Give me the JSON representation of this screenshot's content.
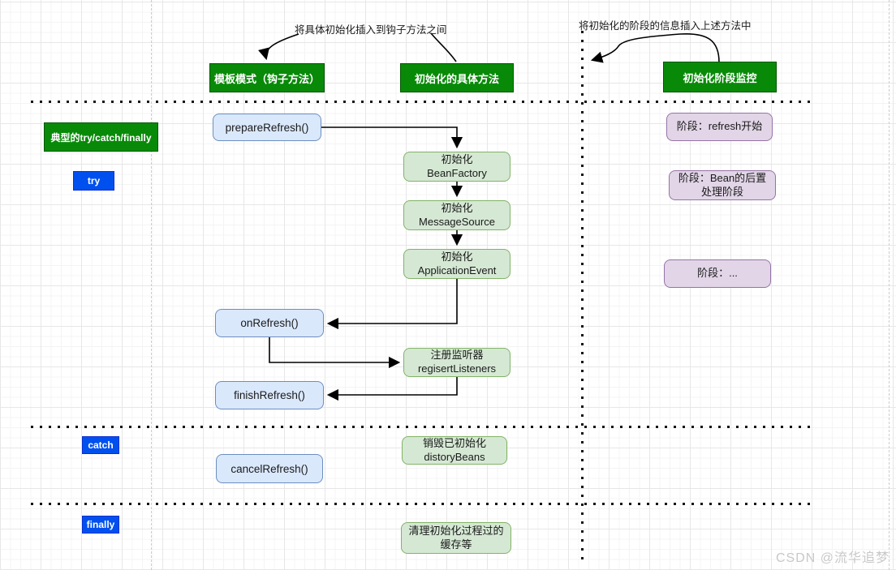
{
  "diagram": {
    "annotations": {
      "left": "将具体初始化插入到钩子方法之间",
      "right": "将初始化的阶段的信息插入上述方法中"
    },
    "headers": {
      "template_mode": "模板模式（钩子方法）",
      "concrete_init": "初始化的具体方法",
      "phase_monitor": "初始化阶段监控",
      "typical_try": "典型的try/catch/finally"
    },
    "keywords": {
      "try": "try",
      "catch": "catch",
      "finally": "finally"
    },
    "hook_methods": {
      "prepare": "prepareRefresh()",
      "on_refresh": "onRefresh()",
      "finish": "finishRefresh()",
      "cancel": "cancelRefresh()"
    },
    "init_steps": {
      "bean_factory": {
        "line1": "初始化",
        "line2": "BeanFactory"
      },
      "message_source": {
        "line1": "初始化",
        "line2": "MessageSource"
      },
      "application_event": {
        "line1": "初始化",
        "line2": "ApplicationEvent"
      },
      "register_listeners": {
        "line1": "注册监听器",
        "line2": "regisertListeners"
      },
      "destroy_beans": {
        "line1": "销毁已初始化",
        "line2": "distoryBeans"
      },
      "clean_cache": {
        "line1": "清理初始化过程过的",
        "line2": "缓存等"
      }
    },
    "phases": {
      "refresh_start": "阶段：refresh开始",
      "bean_post": {
        "line1": "阶段：Bean的后置",
        "line2": "处理阶段"
      },
      "ellipsis": "阶段：..."
    },
    "watermark": "CSDN @流华追梦",
    "colors": {
      "header_green": "#088a08",
      "keyword_blue": "#0050ef",
      "method_fill": "#dae8fc",
      "method_border": "#6c8ebf",
      "step_fill": "#d5e8d4",
      "step_border": "#82b366",
      "phase_fill": "#e1d5e7",
      "phase_border": "#9673a6",
      "connector": "#000000"
    }
  }
}
